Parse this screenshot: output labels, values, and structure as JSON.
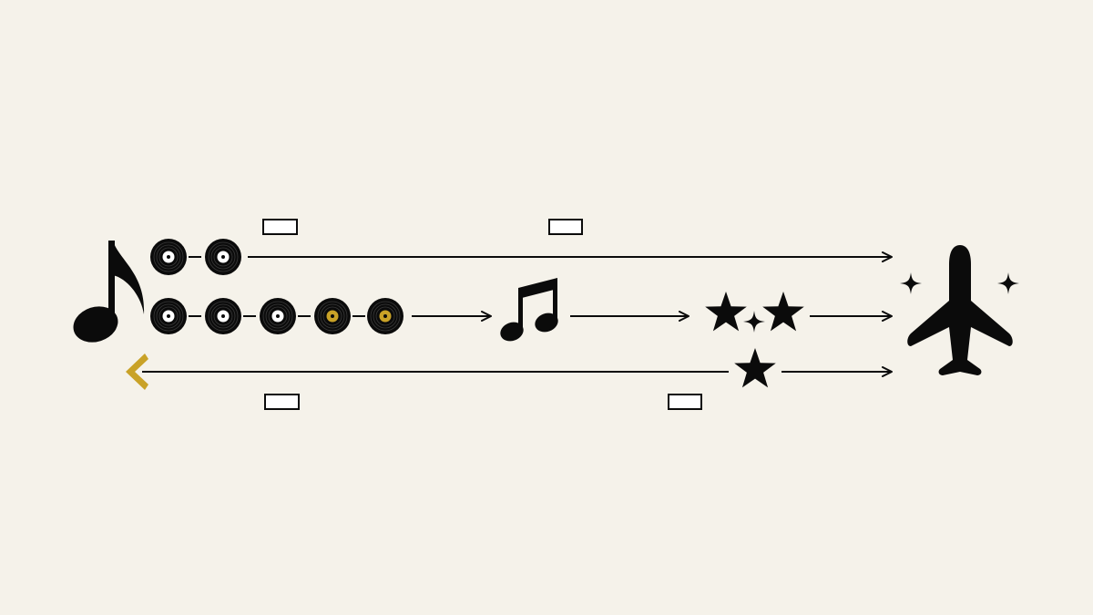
{
  "colors": {
    "background": "#f5f2ea",
    "ink": "#0b0b0b",
    "accent_gold": "#c9a227",
    "record_label_white": "#ffffff",
    "label_box_fill": "#ffffff"
  },
  "icons": {
    "source": "eighth-note-icon",
    "record": "vinyl-record-icon",
    "middle": "beamed-notes-icon",
    "stars": "star-icon",
    "sparkle": "sparkle-icon",
    "destination": "airplane-icon",
    "return_marker": "chevron-left-icon"
  },
  "rows": {
    "top_records": 2,
    "middle_records": 5,
    "middle_gold_records": 2
  },
  "labels": {
    "top_left": "",
    "top_mid": "",
    "bottom_left": "",
    "bottom_right": ""
  }
}
